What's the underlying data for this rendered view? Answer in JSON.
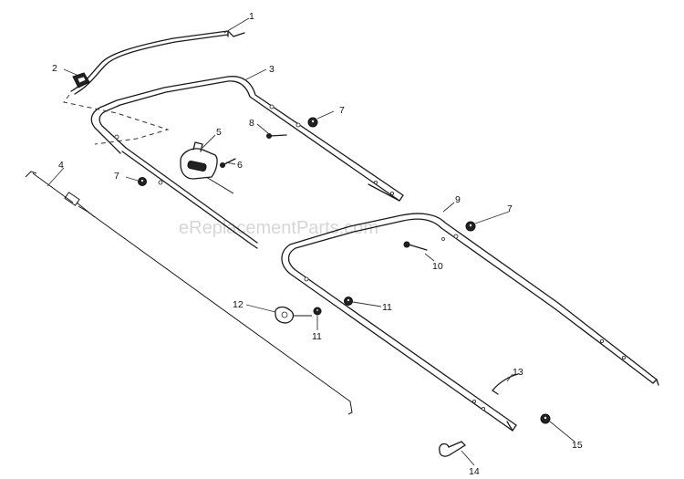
{
  "watermark": "eReplacementParts.com",
  "callouts": {
    "c1": "1",
    "c2": "2",
    "c3": "3",
    "c4": "4",
    "c5": "5",
    "c6": "6",
    "c7a": "7",
    "c7b": "7",
    "c7c": "7",
    "c8": "8",
    "c9": "9",
    "c10": "10",
    "c11a": "11",
    "c11b": "11",
    "c12": "12",
    "c13": "13",
    "c14": "14",
    "c15": "15"
  }
}
